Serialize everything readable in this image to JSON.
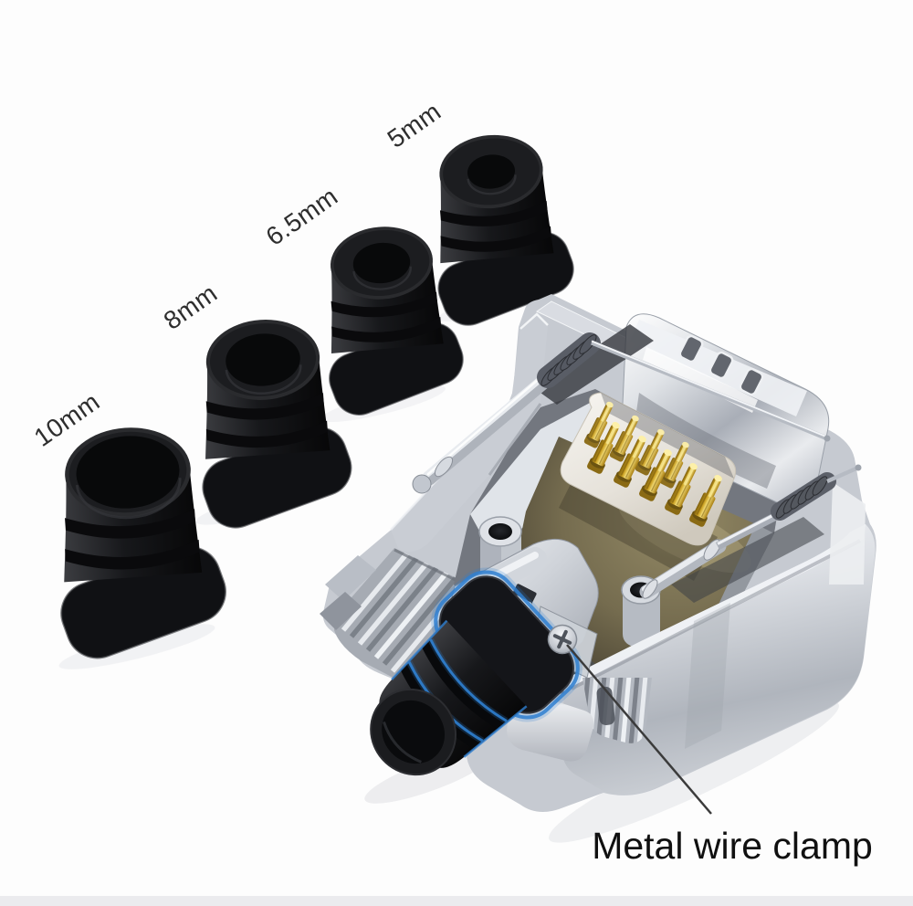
{
  "scene": {
    "grommets": [
      {
        "label": "10mm"
      },
      {
        "label": "8mm"
      },
      {
        "label": "6.5mm"
      },
      {
        "label": "5mm"
      }
    ],
    "annotation": "Metal wire clamp",
    "colors": {
      "background": "#fdfdfd",
      "accent_blue": "#2f7fd0",
      "pin_gold": "#d1a62c",
      "rubber_black": "#121316",
      "metal_light": "#e9ebee",
      "annotation_text": "#101010",
      "label_text": "#2e2e2e"
    }
  }
}
